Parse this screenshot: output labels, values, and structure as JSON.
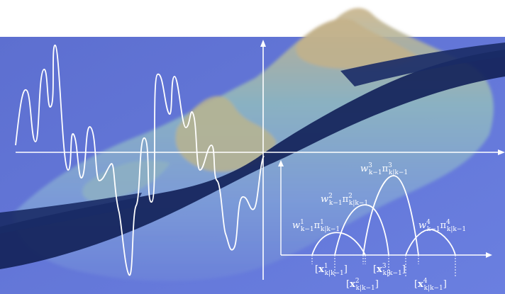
{
  "colors": {
    "background_panel": "#5a6fd6",
    "terrain_low": "#7a98d8",
    "terrain_mid": "#8fb3c8",
    "terrain_high": "#b7b59a",
    "particle_band": "#15245a",
    "lines": "#ffffff"
  },
  "weight_labels": [
    {
      "id": "1",
      "w_sup": "1",
      "pi_sup": "1"
    },
    {
      "id": "2",
      "w_sup": "2",
      "pi_sup": "2"
    },
    {
      "id": "3",
      "w_sup": "3",
      "pi_sup": "3"
    },
    {
      "id": "4",
      "w_sup": "4",
      "pi_sup": "4"
    }
  ],
  "weight_label_text": {
    "w": "w",
    "w_sub": "k−1",
    "pi": "π",
    "pi_sub": "k|k−1"
  },
  "interval_labels": [
    {
      "id": "1",
      "sup": "1"
    },
    {
      "id": "2",
      "sup": "2"
    },
    {
      "id": "3",
      "sup": "3"
    },
    {
      "id": "4",
      "sup": "4"
    }
  ],
  "interval_label_text": {
    "open": "[",
    "x": "x",
    "sub": "k|k−1",
    "close": "]"
  }
}
